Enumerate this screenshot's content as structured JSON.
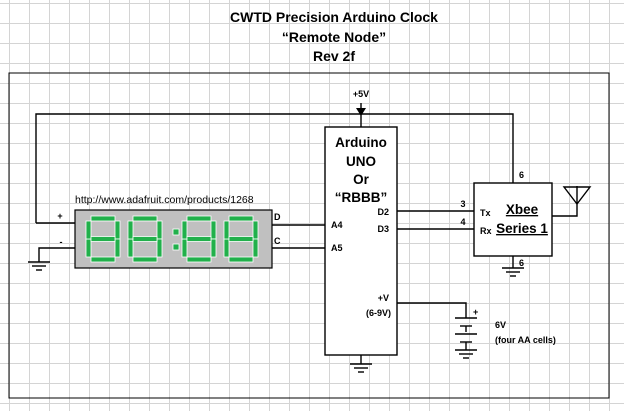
{
  "title": {
    "line1": "CWTD Precision Arduino Clock",
    "line2": "“Remote Node”",
    "line3": "Rev 2f"
  },
  "power": {
    "rail_label": "+5V"
  },
  "display": {
    "url": "http://www.adafruit.com/products/1268",
    "digits_shown": "88:88",
    "plus_label": "+",
    "minus_label": "-",
    "d_label": "D",
    "c_label": "C",
    "lit_color": "#21b04b",
    "dim_color": "#bfbfbf",
    "panel_color": "#c0c0c0"
  },
  "arduino": {
    "name_lines": [
      "Arduino",
      "UNO",
      "Or",
      "“RBBB”"
    ],
    "pin_a4": "A4",
    "pin_a5": "A5",
    "pin_d2": "D2",
    "pin_d3": "D3",
    "pin_vin": "+V",
    "pin_vin_range": "(6-9V)"
  },
  "xbee": {
    "name_line1": "Xbee",
    "name_line2": "Series 1",
    "pin_tx": "Tx",
    "pin_rx": "Rx",
    "tx_pin_num": "3",
    "rx_pin_num": "4",
    "vcc_pin_num": "6",
    "gnd_pin_num": "6"
  },
  "battery": {
    "plus_label": "+",
    "voltage": "6V",
    "description": "(four AA cells)"
  }
}
